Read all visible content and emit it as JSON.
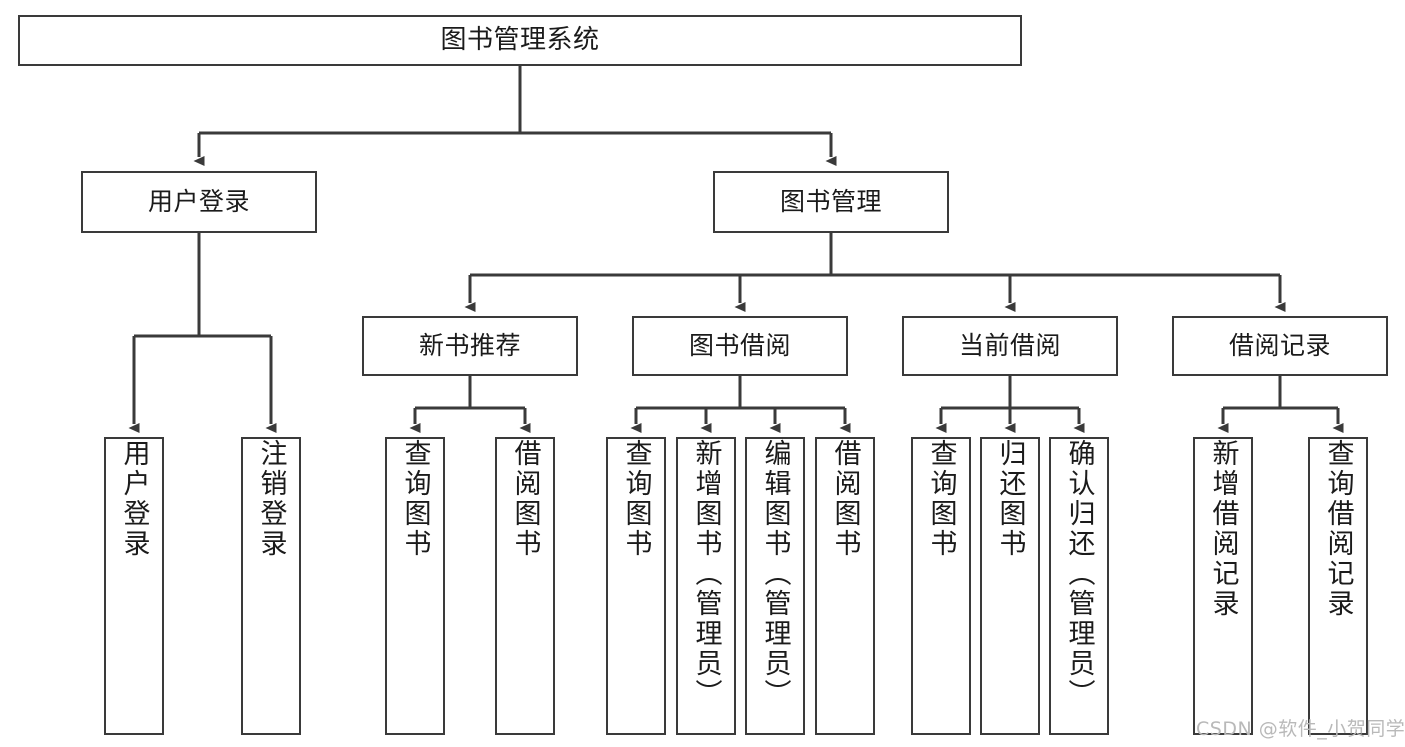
{
  "diagram": {
    "type": "tree",
    "title": "图书管理系统",
    "watermark": "CSDN @软件_小贺同学",
    "colors": {
      "stroke": "#3a3a3a",
      "fill": "#ffffff",
      "text": "#1b1b1b",
      "watermark": "#b9b9b9"
    },
    "nodes": {
      "root": {
        "label": "图书管理系统"
      },
      "level2": [
        {
          "id": "user-login",
          "label": "用户登录"
        },
        {
          "id": "book-manage",
          "label": "图书管理"
        }
      ],
      "level3": [
        {
          "id": "new-book-recommend",
          "label": "新书推荐"
        },
        {
          "id": "book-borrow",
          "label": "图书借阅"
        },
        {
          "id": "current-borrow",
          "label": "当前借阅"
        },
        {
          "id": "borrow-record",
          "label": "借阅记录"
        }
      ],
      "leaves": {
        "user_login": [
          {
            "id": "leaf-user-login",
            "label": "用户登录"
          },
          {
            "id": "leaf-logout-login",
            "label": "注销登录"
          }
        ],
        "new_book_recommend": [
          {
            "id": "leaf-query-book-1",
            "label": "查询图书"
          },
          {
            "id": "leaf-borrow-book-1",
            "label": "借阅图书"
          }
        ],
        "book_borrow": [
          {
            "id": "leaf-query-book-2",
            "label": "查询图书"
          },
          {
            "id": "leaf-add-book",
            "label": "新增图书（管理员）"
          },
          {
            "id": "leaf-edit-book",
            "label": "编辑图书（管理员）"
          },
          {
            "id": "leaf-borrow-book-2",
            "label": "借阅图书"
          }
        ],
        "current_borrow": [
          {
            "id": "leaf-query-book-3",
            "label": "查询图书"
          },
          {
            "id": "leaf-return-book",
            "label": "归还图书"
          },
          {
            "id": "leaf-confirm-return",
            "label": "确认归还（管理员）"
          }
        ],
        "borrow_record": [
          {
            "id": "leaf-add-record",
            "label": "新增借阅记录"
          },
          {
            "id": "leaf-query-record",
            "label": "查询借阅记录"
          }
        ]
      }
    }
  }
}
